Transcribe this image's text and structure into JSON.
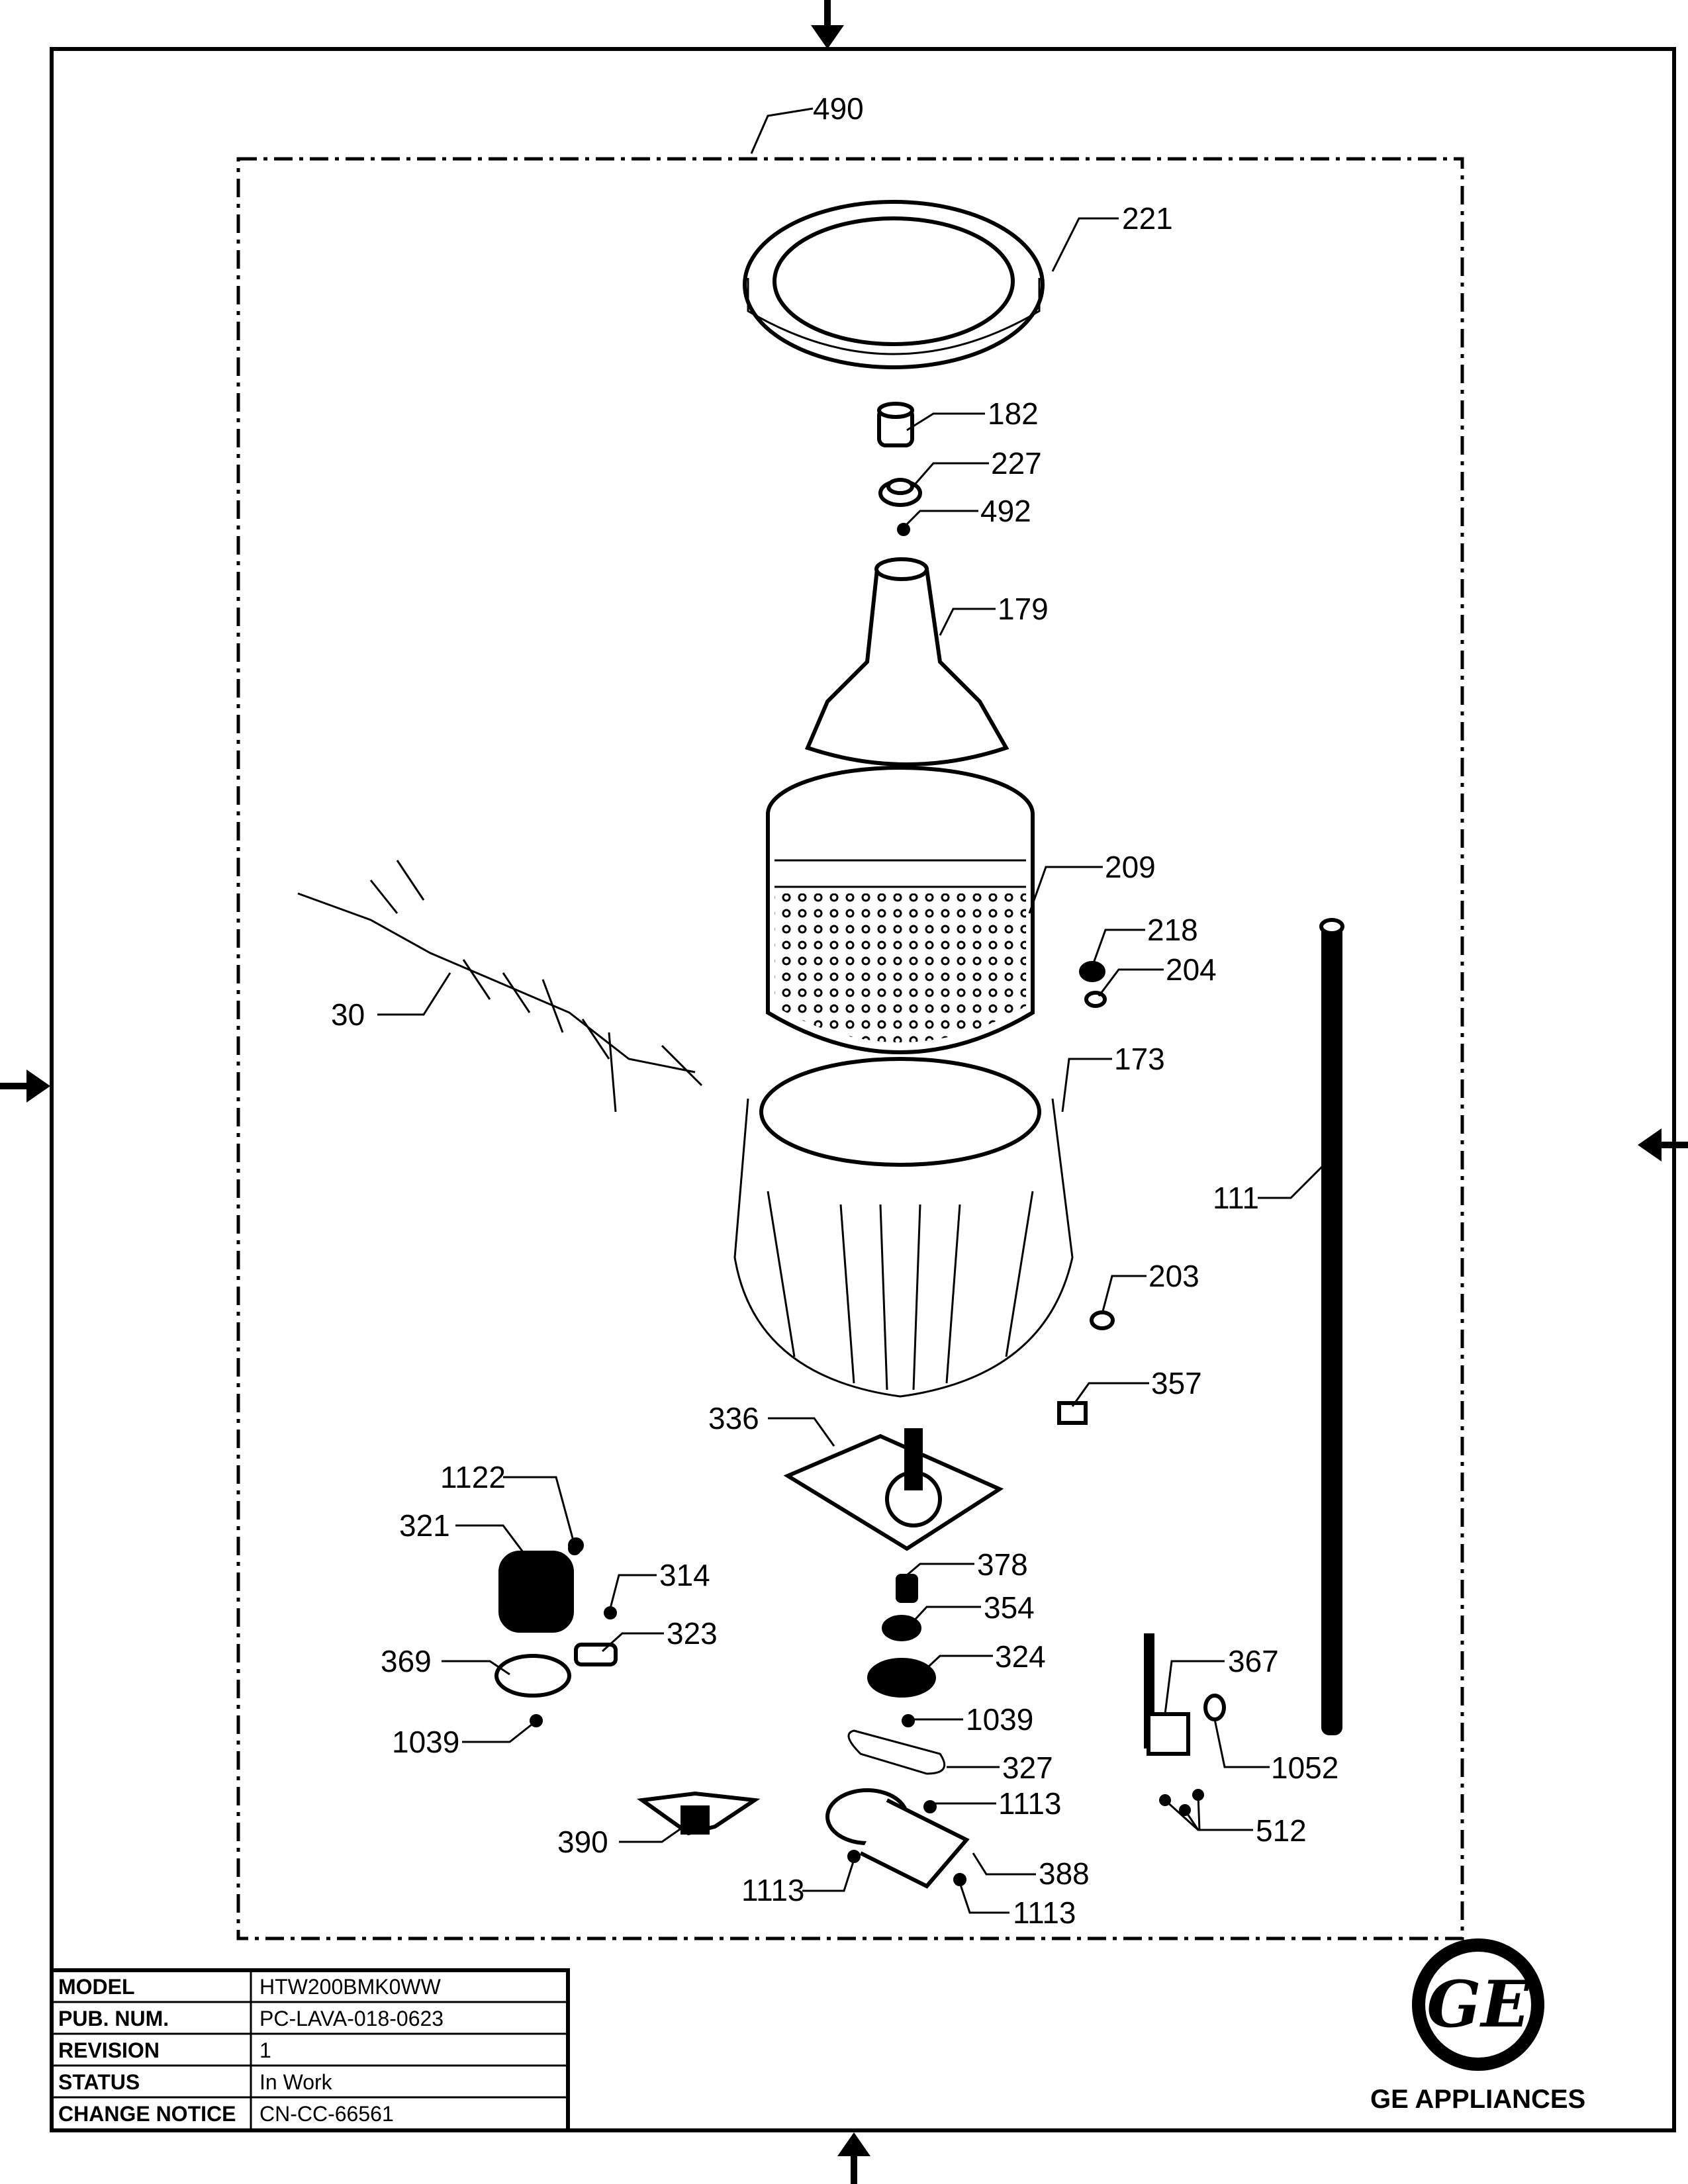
{
  "callouts": {
    "c490": "490",
    "c221": "221",
    "c182": "182",
    "c227": "227",
    "c492": "492",
    "c179": "179",
    "c209": "209",
    "c218": "218",
    "c204": "204",
    "c30": "30",
    "c173": "173",
    "c111": "111",
    "c203": "203",
    "c357": "357",
    "c336": "336",
    "c1122": "1122",
    "c321": "321",
    "c314": "314",
    "c378": "378",
    "c354": "354",
    "c323": "323",
    "c324": "324",
    "c367": "367",
    "c369": "369",
    "c1039a": "1039",
    "c1039b": "1039",
    "c327": "327",
    "c1052": "1052",
    "c1113a": "1113",
    "c512": "512",
    "c390": "390",
    "c388": "388",
    "c1113b": "1113",
    "c1113c": "1113"
  },
  "title_block": {
    "rows": [
      {
        "label": "MODEL",
        "value": "HTW200BMK0WW"
      },
      {
        "label": "PUB. NUM.",
        "value": "PC-LAVA-018-0623"
      },
      {
        "label": "REVISION",
        "value": "1"
      },
      {
        "label": "STATUS",
        "value": "In Work"
      },
      {
        "label": "CHANGE NOTICE",
        "value": "CN-CC-66561"
      }
    ]
  },
  "logo": {
    "monogram": "GE",
    "brand": "GE APPLIANCES"
  }
}
